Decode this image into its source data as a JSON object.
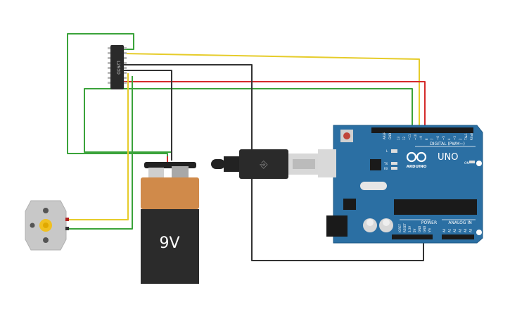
{
  "battery": {
    "label": "9V",
    "colors": {
      "cap": "#222222",
      "top": "#d08a4a",
      "body": "#2b2b2b",
      "label": "#ffffff"
    }
  },
  "chip": {
    "label": "L293D"
  },
  "arduino": {
    "brand": "ARDUINO",
    "model": "UNO",
    "digital_header": "DIGITAL (PWM~)",
    "power_header": "POWER",
    "analog_header": "ANALOG IN",
    "on_label": "ON",
    "led_labels": [
      "L",
      "TX",
      "RX"
    ],
    "aref_labels": [
      "AREF",
      "GND"
    ],
    "digital_pins": [
      "13",
      "12",
      "~11",
      "~10",
      "~9",
      "8",
      "7",
      "~6",
      "~5",
      "4",
      "~3",
      "2",
      "TX▸1",
      "RX◂0"
    ],
    "power_pins": [
      "IOREF",
      "RESET",
      "3.3V",
      "5V",
      "GND",
      "GND",
      "Vin"
    ],
    "analog_pins": [
      "A0",
      "A1",
      "A2",
      "A3",
      "A4",
      "A5"
    ],
    "colors": {
      "board": "#2b6fa3",
      "board_edge": "#1e5885",
      "text": "#ffffff"
    }
  },
  "wires": {
    "colors": {
      "green": "#3aa33a",
      "yellow": "#e6cc2a",
      "red": "#d42b2b",
      "black": "#333333"
    }
  }
}
